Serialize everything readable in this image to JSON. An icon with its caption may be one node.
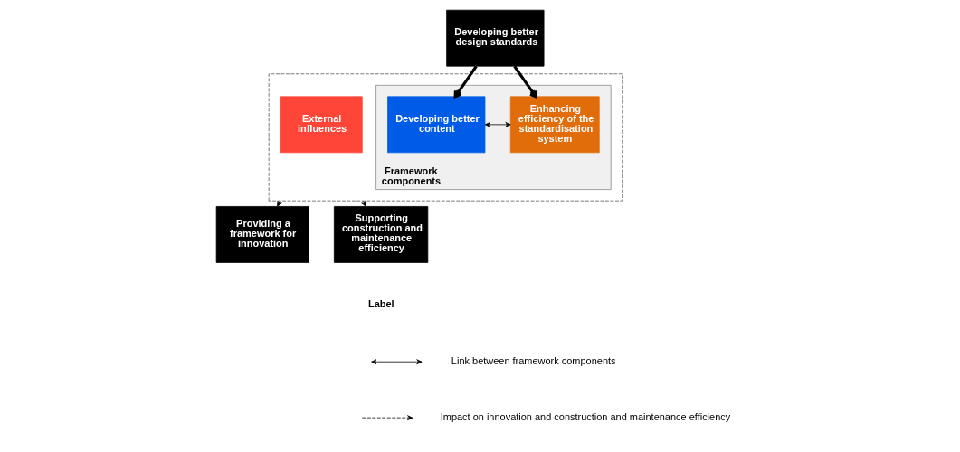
{
  "diagram": {
    "nodes": [
      {
        "text": [
          "Developing better design standards"
        ]
      },
      {
        "text": [],
        "shape": "box"
      },
      {
        "text": [
          "Framework components"
        ],
        "in": 1
      },
      {
        "text": [
          "Developing better content"
        ],
        "in": 2
      },
      {
        "text": [
          "Enhancing efficiency of the standardisation system"
        ],
        "in": 2
      },
      {
        "text": [
          "External influences"
        ],
        "in": 1
      },
      {
        "text": [
          "Providing a framework for innovation"
        ]
      },
      {
        "text": [
          "Supporting construction and maintenance efficiency"
        ]
      }
    ],
    "edges": [
      {
        "from": 0,
        "to": 3,
        "arrow": "to",
        "style": "thick"
      },
      {
        "from": 0,
        "to": 4,
        "arrow": "to",
        "style": "thick"
      },
      {
        "from": 3,
        "to": 4,
        "arrow": "both"
      },
      {
        "from": 1,
        "to": 6,
        "arrow": "to",
        "style": "dashed"
      },
      {
        "from": 1,
        "to": 7,
        "arrow": "to",
        "style": "dashed"
      }
    ],
    "labels": [
      "Label"
    ],
    "legend": [
      {
        "text": "Link between framework components"
      },
      {
        "text": "Impact on innovation and construction and maintenance efficiency"
      }
    ]
  }
}
